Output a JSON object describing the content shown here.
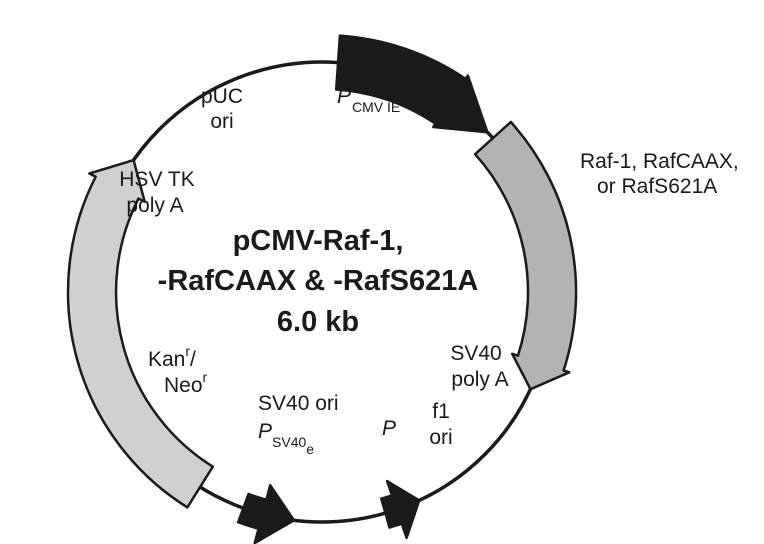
{
  "plasmid": {
    "name_line1": "pCMV-Raf-1,",
    "name_line2": "-RafCAAX & -RafS621A",
    "size": "6.0 kb"
  },
  "features": {
    "pcmv": {
      "p": "P",
      "sub": "CMV IE"
    },
    "raf": {
      "line1": "Raf-1, RafCAAX,",
      "line2": "or RafS621A"
    },
    "sv40_polya": {
      "line1": "SV40",
      "line2": "poly A"
    },
    "f1_ori": {
      "line1": "f1",
      "line2": "ori"
    },
    "p_promoter": {
      "p": "P"
    },
    "sv40_ori": {
      "line1": "SV40 ori",
      "p": "P",
      "sub": "SV40",
      "subsub": "e"
    },
    "kan_neo": {
      "kan": "Kan",
      "kan_sup": "r",
      "slash": "/",
      "neo": "Neo",
      "neo_sup": "r"
    },
    "hsv_tk": {
      "line1": "HSV TK",
      "line2": "poly A"
    },
    "puc_ori": {
      "line1": "pUC",
      "line2": "ori"
    }
  },
  "colors": {
    "promoter": "#1a1a1a",
    "gene": "#b3b3b3",
    "resistance": "#d0d0d0",
    "outline": "#1a1a1a"
  }
}
